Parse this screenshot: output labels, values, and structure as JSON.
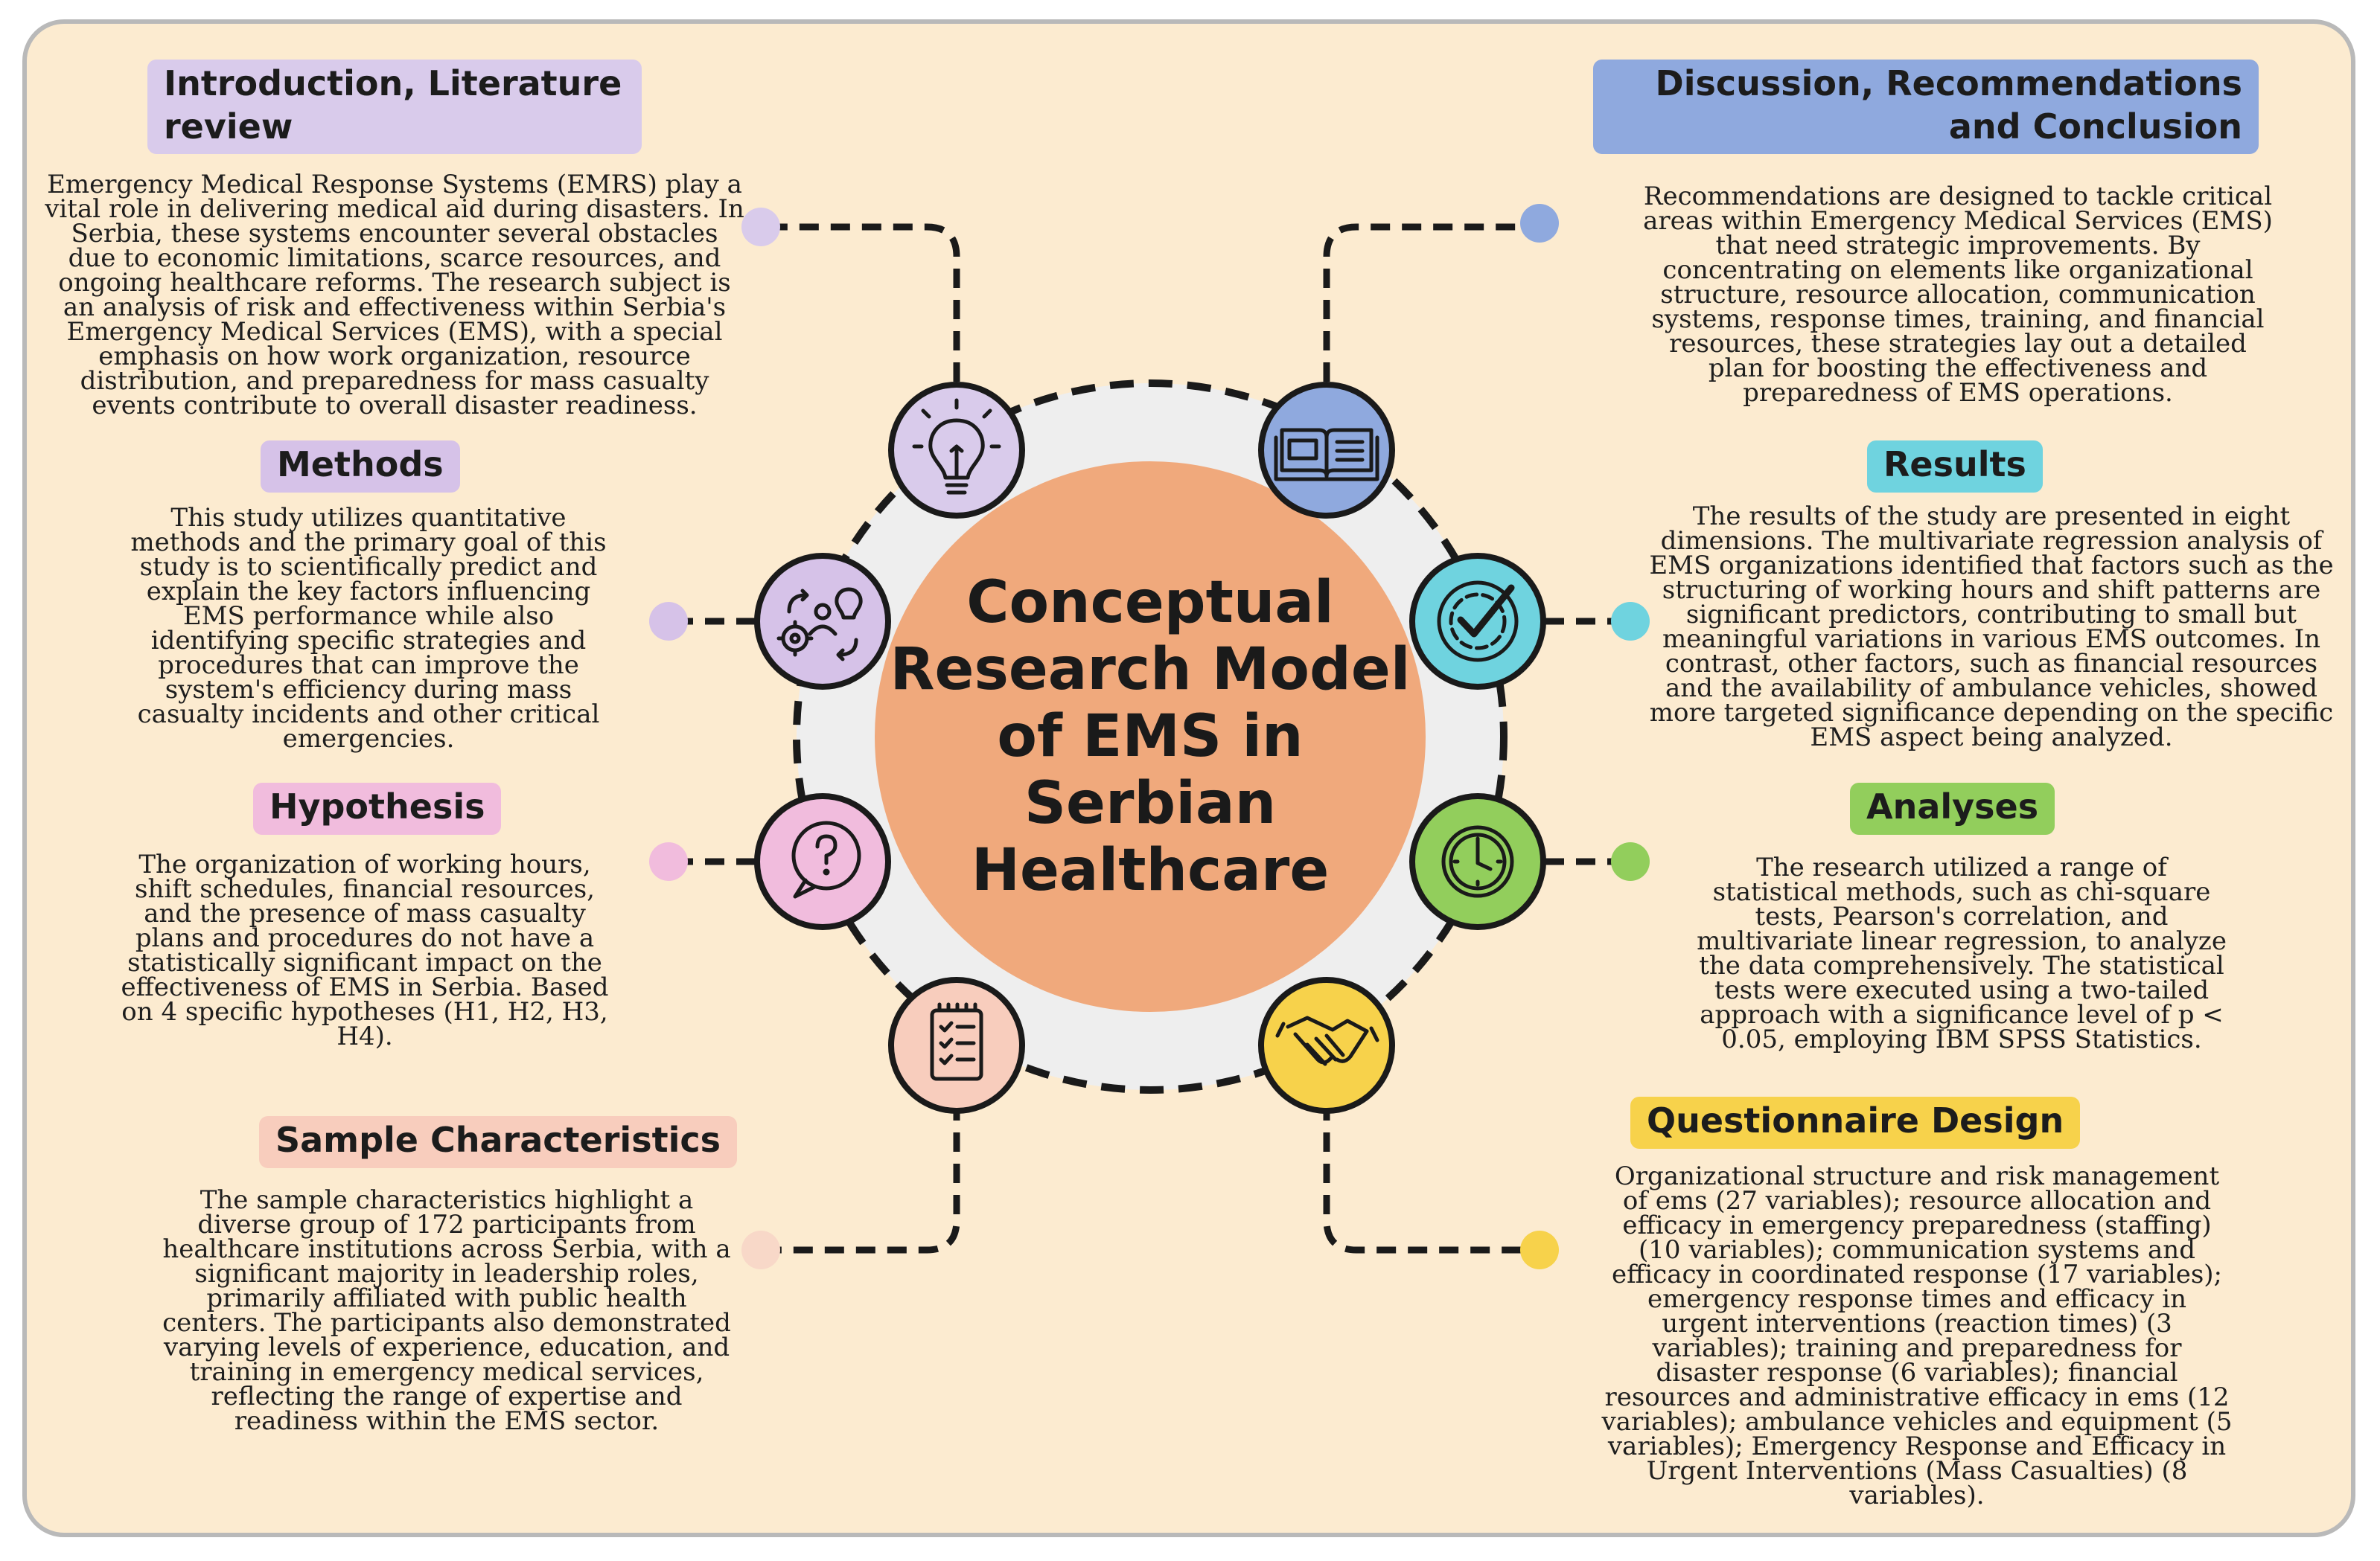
{
  "title": "Conceptual Research Model of EMS in Serbian Healthcare",
  "colors": {
    "background": "#fcebd0",
    "center_fill": "#f0a97c",
    "introduction": "#d9cbeb",
    "methods": "#d6c2e8",
    "hypothesis": "#f1bcdd",
    "sample": "#f8cdbd",
    "discussion": "#8fa9de",
    "results": "#6fd3df",
    "analyses": "#92ce5c",
    "questionnaire": "#f7d24b"
  },
  "sections": {
    "introduction": {
      "title": "Introduction, Literature review",
      "icon": "lightbulb-icon",
      "text": "Emergency Medical Response Systems (EMRS) play a vital role in delivering medical aid during disasters. In Serbia, these systems encounter several obstacles due to economic limitations, scarce resources, and ongoing healthcare reforms. The research subject is an analysis of risk and effectiveness within Serbia's Emergency Medical Services (EMS), with a special emphasis on how work organization, resource distribution, and preparedness for mass casualty events contribute to overall disaster readiness."
    },
    "methods": {
      "title": "Methods",
      "icon": "gears-idea-person-icon",
      "text": "This study utilizes quantitative methods and the primary goal of this study is to scientifically predict and explain the key factors influencing EMS performance while also identifying specific strategies and procedures that can improve the system's efficiency during mass casualty incidents and other critical emergencies."
    },
    "hypothesis": {
      "title": "Hypothesis",
      "icon": "question-speech-bubble-icon",
      "text": "The organization of working hours, shift schedules, financial resources, and the presence of mass casualty plans and procedures do not have a statistically significant impact on the effectiveness of EMS in Serbia. Based on 4 specific hypotheses (H1, H2, H3, H4)."
    },
    "sample": {
      "title": "Sample Characteristics",
      "icon": "clipboard-list-icon",
      "text": "The sample characteristics highlight a diverse group of 172 participants from healthcare institutions across Serbia, with a significant majority in leadership roles, primarily affiliated with public health centers. The participants also demonstrated varying levels of experience, education, and training in emergency medical services, reflecting the range of expertise and readiness within the EMS sector."
    },
    "discussion": {
      "title": "Discussion, Recommendations and Conclusion",
      "icon": "open-book-icon",
      "text": "Recommendations are designed to tackle critical areas within Emergency Medical Services (EMS) that need strategic improvements. By concentrating on elements like organizational structure, resource allocation, communication systems, response times, training, and financial resources, these strategies lay out a detailed plan for boosting the effectiveness and preparedness of EMS operations."
    },
    "results": {
      "title": "Results",
      "icon": "target-checkmark-icon",
      "text": "The results of the study are presented in eight dimensions. The multivariate regression analysis of EMS organizations identified that factors such as the structuring of working hours and shift patterns are significant predictors, contributing to small but meaningful variations in various EMS outcomes. In contrast, other factors, such as financial resources and the availability of ambulance vehicles, showed more targeted significance depending on the specific EMS aspect being analyzed."
    },
    "analyses": {
      "title": "Analyses",
      "icon": "clock-icon",
      "text": "The research utilized a range of statistical methods, such as chi-square tests, Pearson's correlation, and multivariate linear regression, to analyze the data comprehensively. The statistical tests were executed using a two-tailed approach with a significance level of p < 0.05, employing IBM SPSS Statistics."
    },
    "questionnaire": {
      "title": "Questionnaire Design",
      "icon": "handshake-icon",
      "text": "Organizational structure and risk management of ems (27 variables); resource allocation and efficacy in emergency preparedness (staffing) (10 variables); communication systems and efficacy in coordinated response (17 variables); emergency response times and efficacy in urgent interventions (reaction times) (3 variables); training and preparedness for disaster response (6 variables); financial resources and administrative efficacy in ems (12 variables); ambulance vehicles and equipment (5 variables); Emergency Response and Efficacy in Urgent Interventions (Mass Casualties) (8 variables)."
    }
  }
}
